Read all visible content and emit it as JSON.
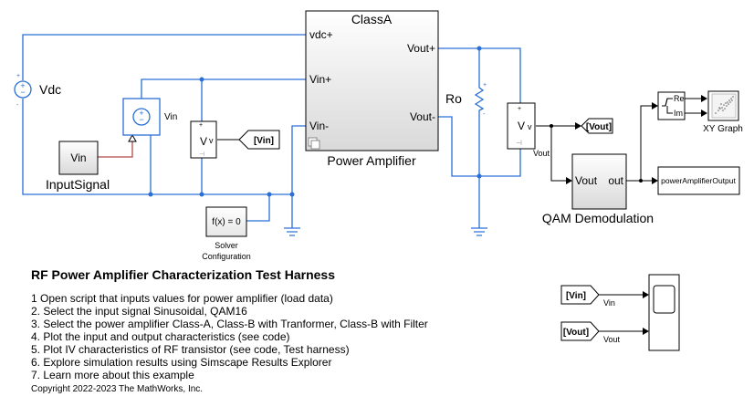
{
  "blocks": {
    "class_a_title": "ClassA",
    "class_a_ports": {
      "vdc": "vdc+",
      "vin_plus": "Vin+",
      "vin_minus": "Vin-",
      "vout_plus": "Vout+",
      "vout_minus": "Vout-"
    },
    "power_amplifier": "Power Amplifier",
    "vdc": "Vdc",
    "vin_source": "Vin",
    "input_signal_block": "Vin",
    "input_signal": "InputSignal",
    "ro": "Ro",
    "solver_formula": "f(x) = 0",
    "solver_config": [
      "Solver",
      "Configuration"
    ],
    "voltage_sensor_in": "V",
    "voltage_sensor_in_port": "v",
    "goto_vin": "[Vin]",
    "voltage_sensor_out": "V",
    "voltage_sensor_out_port": "v",
    "sensor_out_label": "Vout",
    "goto_vout": "[Vout]",
    "qam_port_in": "Vout",
    "qam_port_out": "out",
    "qam_demod": "QAM Demodulation",
    "re_im": [
      "Re",
      "Im"
    ],
    "xy_graph": "XY Graph",
    "output_port": "powerAmplifierOutput",
    "from_vin": "[Vin]",
    "from_vin_label": "Vin",
    "from_vout": "[Vout]",
    "from_vout_label": "Vout"
  },
  "notes": {
    "title": "RF Power Amplifier Characterization Test Harness",
    "items": [
      "1  Open script that inputs values for power amplifier (load data)",
      "2. Select the input signal Sinusoidal, QAM16",
      "3. Select the power amplifier Class-A,  Class-B with Tranformer,  Class-B with Filter",
      "4. Plot the input and output characteristics (see code)",
      "5. Plot IV characteristics of RF transistor (see code, Test harness)",
      "6. Explore simulation results using Simscape Results Explorer",
      "7. Learn more about this example"
    ],
    "copyright": "Copyright 2022-2023 The MathWorks, Inc."
  },
  "colors": {
    "wire_blue": "#2a6fd6",
    "wire_red": "#b04a4a",
    "block_edge": "#000000"
  }
}
